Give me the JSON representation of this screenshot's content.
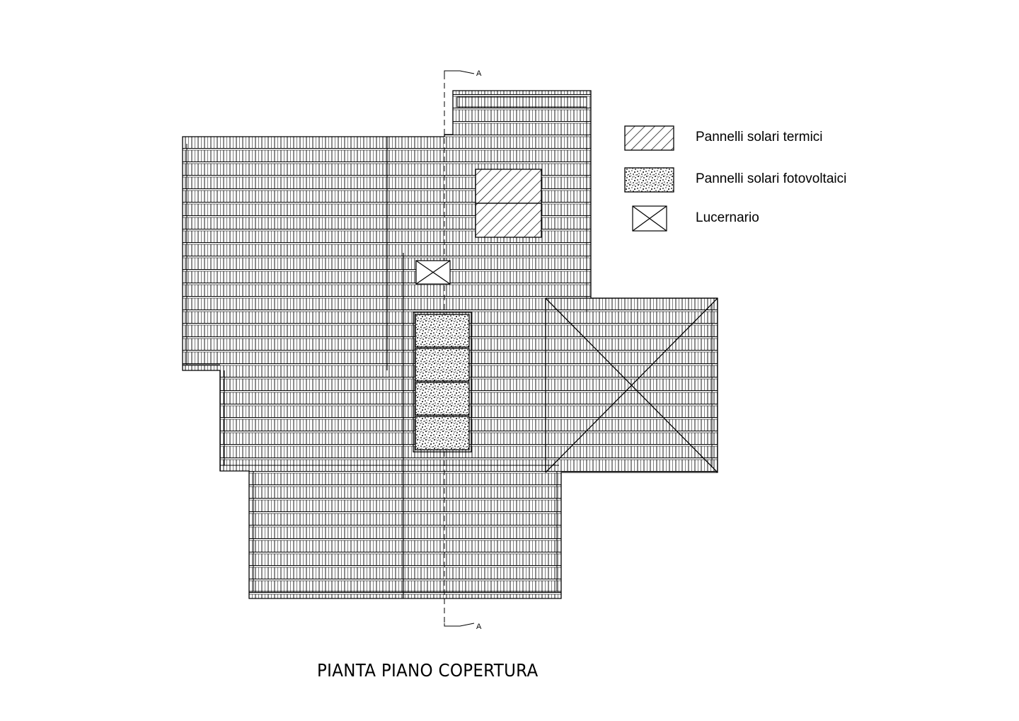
{
  "drawing": {
    "title": "PIANTA PIANO COPERTURA",
    "section_marker": "A"
  },
  "legend": [
    {
      "label": "Pannelli solari termici",
      "symbol": "hatch-diagonal"
    },
    {
      "label": "Pannelli solari fotovoltaici",
      "symbol": "dot-stipple"
    },
    {
      "label": "Lucernario",
      "symbol": "cross-box"
    }
  ],
  "colors": {
    "line": "#000000",
    "background": "#ffffff"
  }
}
